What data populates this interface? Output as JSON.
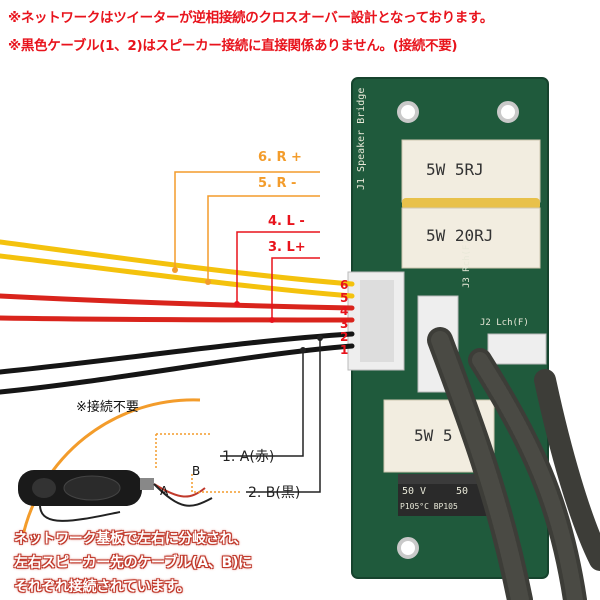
{
  "notes": {
    "line1": "※ネットワークはツイーターが逆相接続のクロスオーバー設計となっております。",
    "line2": "※黒色ケーブル(1、2)はスピーカー接続に直接関係ありません。(接続不要)"
  },
  "wire_labels": [
    {
      "text": "6. R +"
    },
    {
      "text": "5. R -"
    },
    {
      "text": "4. L -"
    },
    {
      "text": "3. L+"
    },
    {
      "text": "1. A(赤)"
    },
    {
      "text": "2. B(黒)"
    }
  ],
  "pin_numbers": [
    "6",
    "5",
    "4",
    "3",
    "2",
    "1"
  ],
  "board": {
    "title": "J1 Speaker Bridge",
    "resistor1": "5W  5RJ",
    "resistor2": "5W  20RJ",
    "resistor3": "5W  5",
    "j3_label": "J3 Rch(F)",
    "j2_label": "J2 Lch(F)",
    "cap_text1": "50 V",
    "cap_text2": "50",
    "cap_text3": "P105°C  BP105"
  },
  "inset": {
    "title": "※接続不要",
    "label_a": "A",
    "label_b": "B"
  },
  "caption": {
    "line1": "ネットワーク基板で左右に分岐され、",
    "line2": "左右スピーカー先のケーブル(A、B)に",
    "line3": "それぞれ接続されています。"
  },
  "colors": {
    "note_red": "#e8131c",
    "orange": "#f39c2b",
    "pcb_green": "#1f5a3c",
    "wire_yellow": "#f4c20d",
    "wire_red": "#d9241c"
  }
}
